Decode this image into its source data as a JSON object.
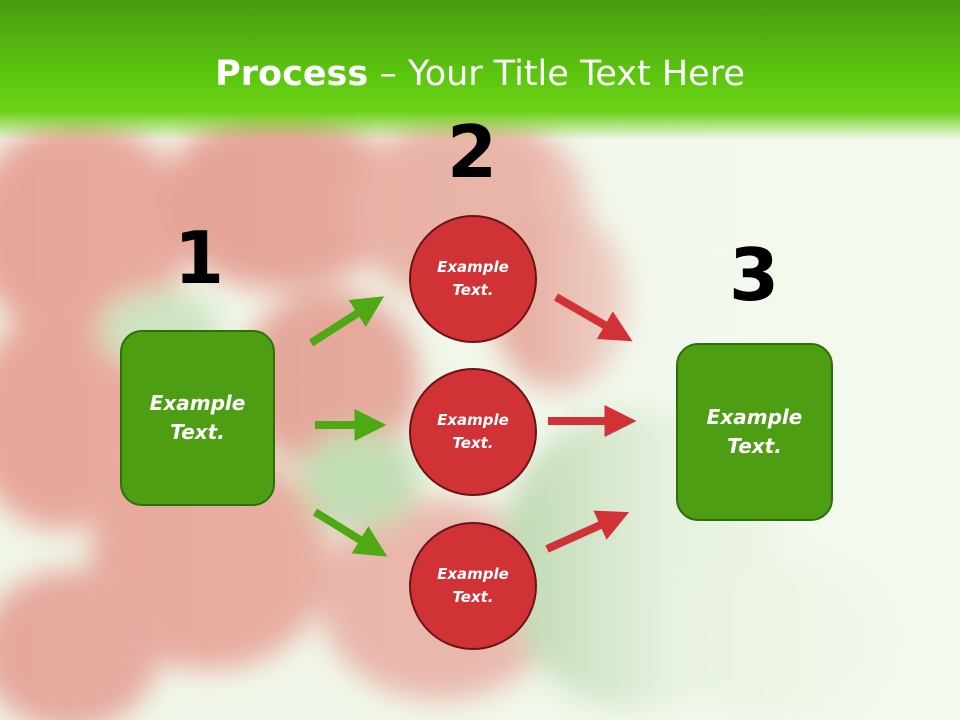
{
  "slide": {
    "title_bold": "Process",
    "title_rest": " – Your Title Text Here"
  },
  "steps": {
    "step1": {
      "number": "1",
      "label_line1": "Example",
      "label_line2": "Text."
    },
    "step2": {
      "number": "2",
      "circles": [
        {
          "label_line1": "Example",
          "label_line2": "Text."
        },
        {
          "label_line1": "Example",
          "label_line2": "Text."
        },
        {
          "label_line1": "Example",
          "label_line2": "Text."
        }
      ]
    },
    "step3": {
      "number": "3",
      "label_line1": "Example",
      "label_line2": "Text."
    }
  },
  "colors": {
    "header_green": "#5cc70f",
    "box_green": "#4d9e13",
    "circle_red": "#d03236",
    "arrow_green": "#4ea915",
    "arrow_red": "#d03236"
  }
}
